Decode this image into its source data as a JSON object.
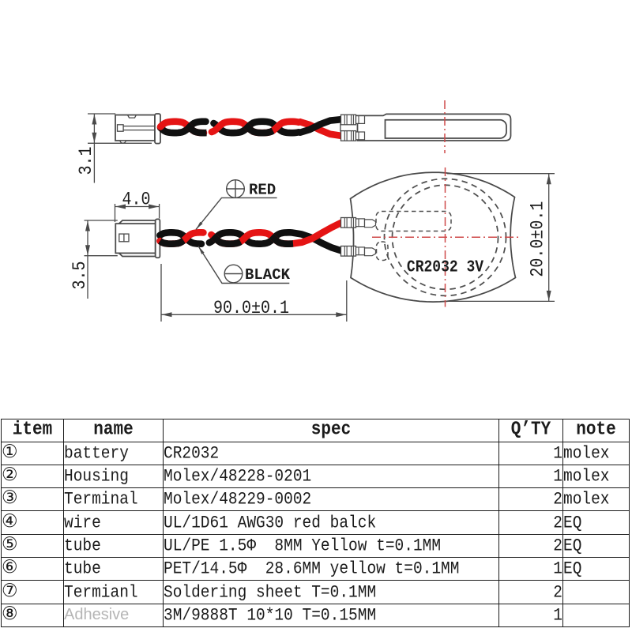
{
  "drawing": {
    "battery_marking": "CR2032 3V",
    "labels": {
      "red": "RED",
      "black": "BLACK"
    },
    "dims": {
      "connector_height_side": "3.1",
      "connector_width": "4.0",
      "connector_height_front": "3.5",
      "overall_length": "90.0±0.1",
      "battery_diameter": "20.0±0.1"
    },
    "colors": {
      "wire_red": "#e51414",
      "wire_black": "#101010",
      "centerline_red": "#cf4a4a",
      "line": "#474747"
    }
  },
  "table": {
    "headers": [
      "item",
      "name",
      "spec",
      "Q’TY",
      "note"
    ],
    "rows": [
      [
        "①",
        "battery",
        "CR2032",
        "1",
        "molex"
      ],
      [
        "②",
        "Housing",
        "Molex/48228-0201",
        "1",
        "molex"
      ],
      [
        "③",
        "Terminal",
        "Molex/48229-0002",
        "2",
        "molex"
      ],
      [
        "④",
        "wire",
        "UL/1D61 AWG30 red balck",
        "2",
        "EQ"
      ],
      [
        "⑤",
        "tube",
        "UL/PE 1.5Φ  8MM Yellow t=0.1MM",
        "2",
        "EQ"
      ],
      [
        "⑥",
        "tube",
        "PET/14.5Φ  28.6MM yellow t=0.1MM",
        "1",
        "EQ"
      ],
      [
        "⑦",
        "Termianl",
        "Soldering sheet T=0.1MM",
        "2",
        ""
      ],
      [
        "⑧",
        "Adhesive",
        "3M/9888T 10*10 T=0.15MM",
        "1",
        ""
      ]
    ]
  }
}
